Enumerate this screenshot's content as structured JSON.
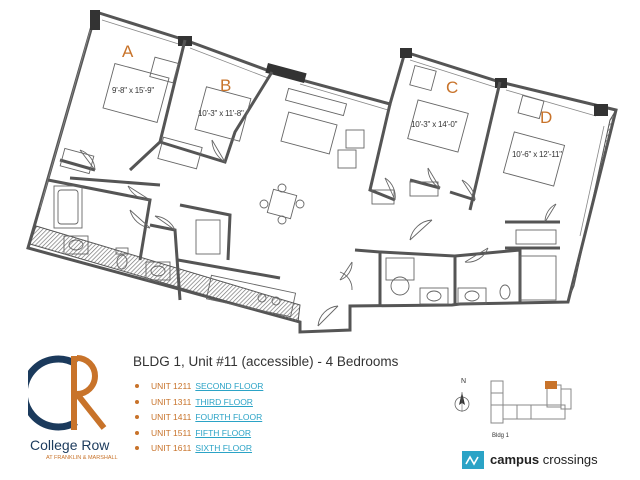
{
  "rooms": [
    {
      "letter": "A",
      "dimension": "9'-8\" x 15'-9\""
    },
    {
      "letter": "B",
      "dimension": "10'-3\" x 11'-8\""
    },
    {
      "letter": "C",
      "dimension": "10'-3\" x 14'-0\""
    },
    {
      "letter": "D",
      "dimension": "10'-6\" x 12'-11\""
    }
  ],
  "unit_title": "BLDG 1, Unit #11 (accessible) - 4 Bedrooms",
  "units": [
    {
      "unit": "UNIT 1211",
      "floor": "SECOND FLOOR"
    },
    {
      "unit": "UNIT 1311",
      "floor": "THIRD FLOOR"
    },
    {
      "unit": "UNIT 1411",
      "floor": "FOURTH FLOOR"
    },
    {
      "unit": "UNIT 1511",
      "floor": "FIFTH FLOOR"
    },
    {
      "unit": "UNIT 1611",
      "floor": "SIXTH FLOOR"
    }
  ],
  "logo": {
    "name": "College Row",
    "sub": "AT FRANKLIN & MARSHALL"
  },
  "compass": {
    "label": "N"
  },
  "building_map": {
    "label": "Bldg 1"
  },
  "brand": {
    "bold": "campus",
    "rest": " crossings"
  },
  "colors": {
    "accent": "#c8732a",
    "link": "#2ba3c6",
    "navy": "#1b3a5c",
    "wall": "#555555"
  }
}
